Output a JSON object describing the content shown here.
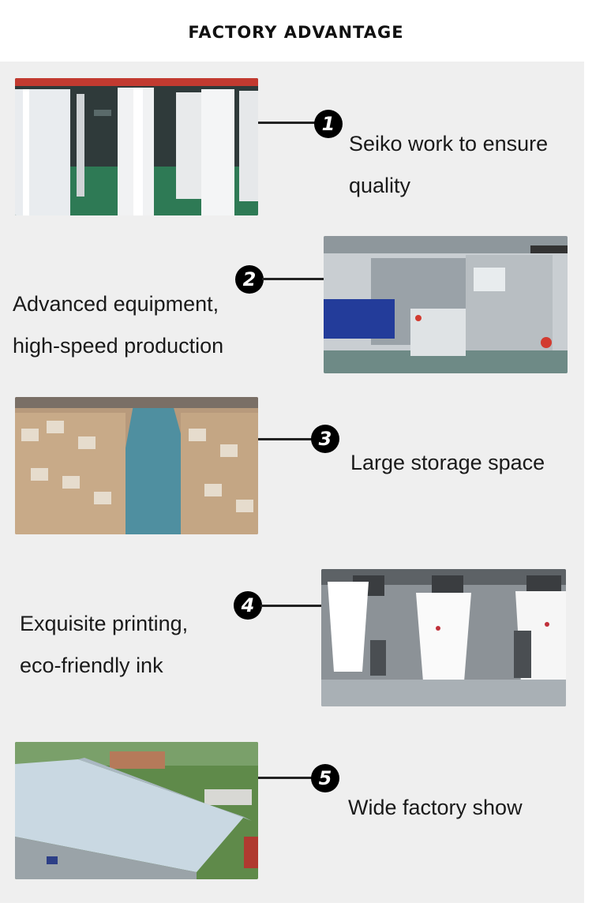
{
  "header": {
    "title": "FACTORY ADVANTAGE"
  },
  "items": [
    {
      "number": "1",
      "lines": [
        "Seiko work to ensure",
        "quality"
      ]
    },
    {
      "number": "2",
      "lines": [
        "Advanced equipment,",
        "high-speed production"
      ]
    },
    {
      "number": "3",
      "lines": [
        "Large storage space"
      ]
    },
    {
      "number": "4",
      "lines": [
        "Exquisite printing,",
        "eco-friendly ink"
      ]
    },
    {
      "number": "5",
      "lines": [
        "Wide factory show"
      ]
    }
  ]
}
